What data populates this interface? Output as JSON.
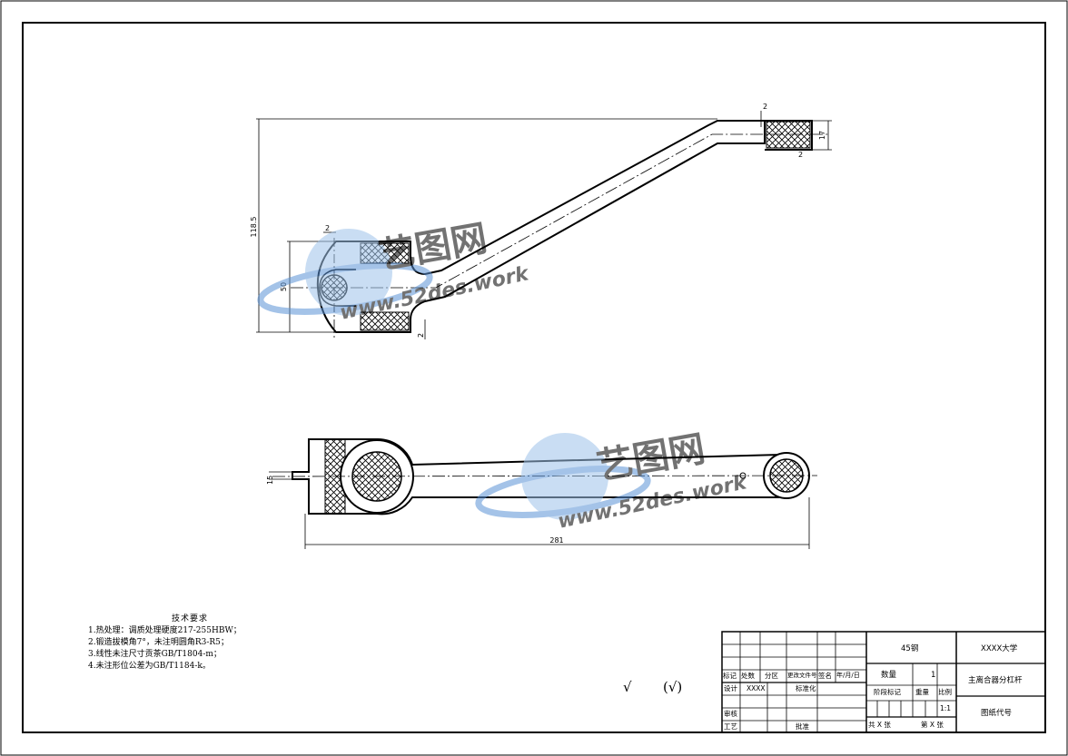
{
  "drawing": {
    "dimensions": {
      "total_height": "118.5",
      "fork_height": "50",
      "top_chamfer": "2",
      "right_chamfer_top": "2",
      "right_chamfer_bottom": "2",
      "right_height": "17",
      "bottom_chamfer": "2",
      "plan_thickness": "15",
      "total_length": "281"
    }
  },
  "watermark": {
    "logo_text": "艺图网",
    "url_text": "www.52des.work"
  },
  "notes": {
    "title": "技术要求",
    "items": [
      "1.热处理：调质处理硬度217-255HBW；",
      "2.锻造拔模角7°，未注明圆角R3-R5；",
      "3.线性未注尺寸贡茶GB/T1804-m；",
      "4.未注形位公差为GB/T1184-k。"
    ]
  },
  "roughness": {
    "symbol": "√",
    "other": "(√)"
  },
  "title_block": {
    "material": "45钢",
    "university": "XXXX大学",
    "part_name": "主离合器分杠杆",
    "drawing_no": "图纸代号",
    "quantity_label": "数量",
    "quantity_value": "1",
    "stage_label": "阶段标记",
    "weight_label": "重量",
    "scale_label": "比例",
    "scale_value": "1:1",
    "sheets_total": "共 X 张",
    "sheet_no": "第 X 张",
    "rev_headers": [
      "标记",
      "处数",
      "分区",
      "更改文件号",
      "签名",
      "年/月/日"
    ],
    "design_label": "设计",
    "design_name": "XXXX",
    "standard_label": "标准化",
    "review_label": "审核",
    "process_label": "工艺",
    "approve_label": "批准"
  }
}
